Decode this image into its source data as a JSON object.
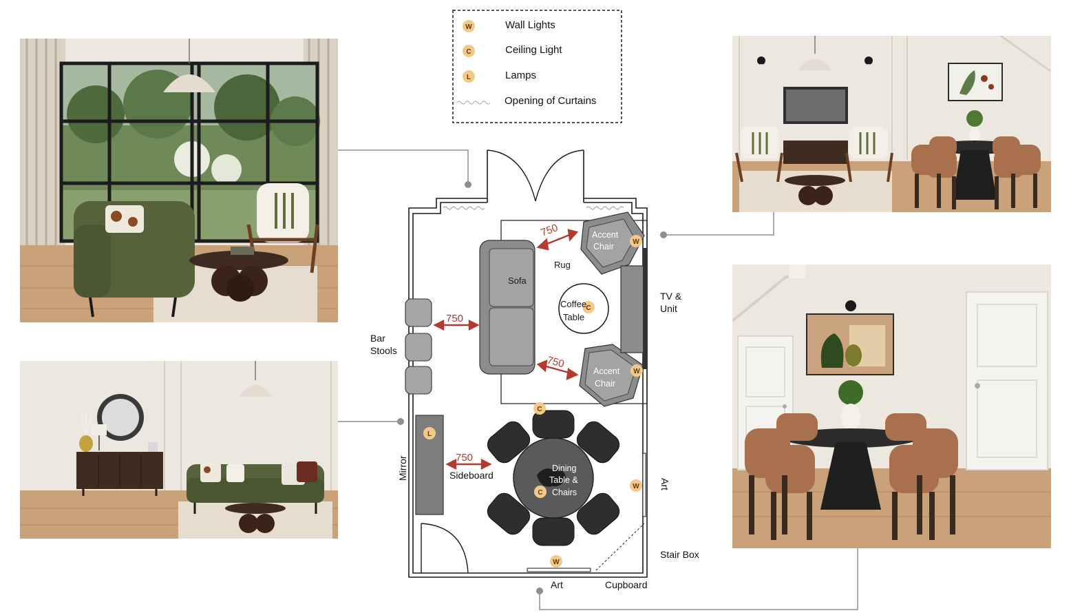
{
  "legend": {
    "items": [
      {
        "symbol": "W",
        "label": "Wall Lights"
      },
      {
        "symbol": "C",
        "label": "Ceiling Light"
      },
      {
        "symbol": "L",
        "label": "Lamps"
      },
      {
        "symbol": "",
        "label": "Opening of Curtains"
      }
    ]
  },
  "plan_labels": {
    "sofa": "Sofa",
    "rug": "Rug",
    "coffee_table_1": "Coffee",
    "coffee_table_2": "Table",
    "accent_chair_1": "Accent",
    "accent_chair_2": "Chair",
    "tv_1": "TV &",
    "tv_2": "Unit",
    "bar_1": "Bar",
    "bar_2": "Stools",
    "mirror": "Mirror",
    "sideboard": "Sideboard",
    "dining_1": "Dining",
    "dining_2": "Table &",
    "dining_3": "Chairs",
    "art_side": "Art",
    "stair_box": "Stair Box",
    "art_bottom": "Art",
    "cupboard": "Cupboard"
  },
  "dimensions": {
    "d1": "750",
    "d2": "750",
    "d3": "750",
    "d4": "750"
  },
  "markers": {
    "wall": "W",
    "ceiling": "C",
    "lamp": "L"
  },
  "colors": {
    "marker_fill": "#f3c98a",
    "dimension": "#b23a2e",
    "furniture": "#8c8c8c",
    "sofa_green": "#56633a",
    "wall_cream": "#ece8df",
    "floor_wood": "#c9a27a",
    "leather_tan": "#a8704c"
  }
}
